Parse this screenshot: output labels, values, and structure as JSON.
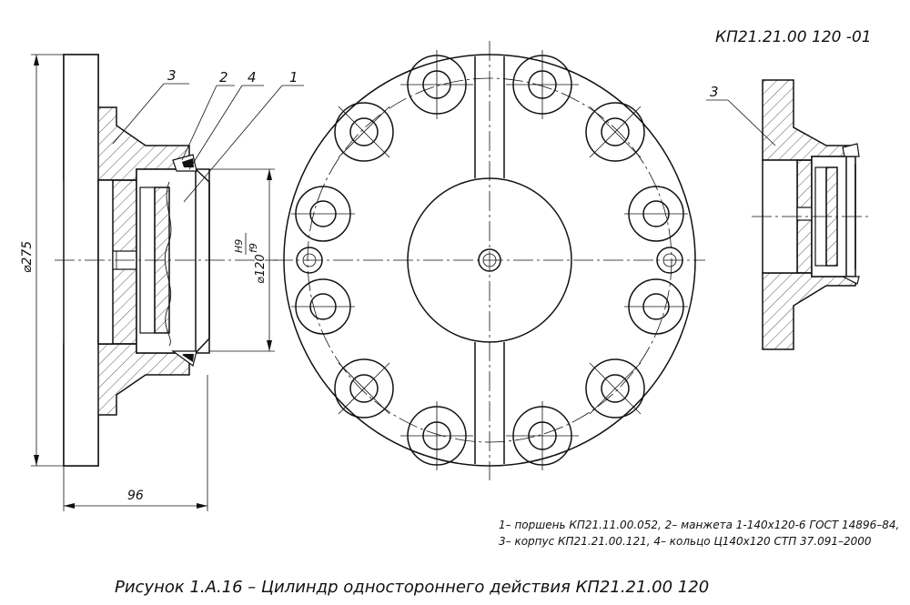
{
  "drawing": {
    "designation": "КП21.21.00 120  -01",
    "left_view": {
      "callouts": [
        "3",
        "2",
        "4",
        "1"
      ],
      "dim_outer": "⌀275",
      "dim_bore": "⌀120",
      "fit_hole": "H9",
      "fit_shaft": "f9",
      "dim_length": "96"
    },
    "right_view": {
      "callout": "3"
    },
    "legend": [
      "1– поршень КП21.11.00.052, 2– манжета 1-140х120-6 ГОСТ 14896–84,",
      "3– корпус КП21.21.00.121, 4– кольцо Ц140х120 СТП 37.091–2000"
    ],
    "caption": "Рисунок 1.А.16 – Цилиндр одностороннего действия КП21.21.00 120"
  }
}
